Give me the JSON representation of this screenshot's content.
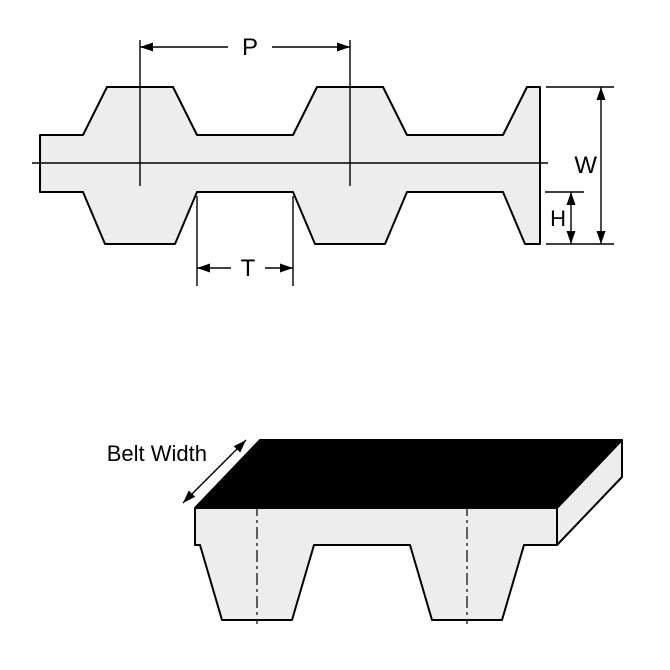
{
  "figure": {
    "labels": {
      "pitch": "P",
      "overall_width": "W",
      "tooth_height": "H",
      "tooth_gap": "T",
      "belt_width": "Belt Width"
    },
    "colors": {
      "outline": "#000000",
      "belt_fill": "#ededed",
      "top_surface_fill": "#000000",
      "background": "#ffffff"
    }
  }
}
